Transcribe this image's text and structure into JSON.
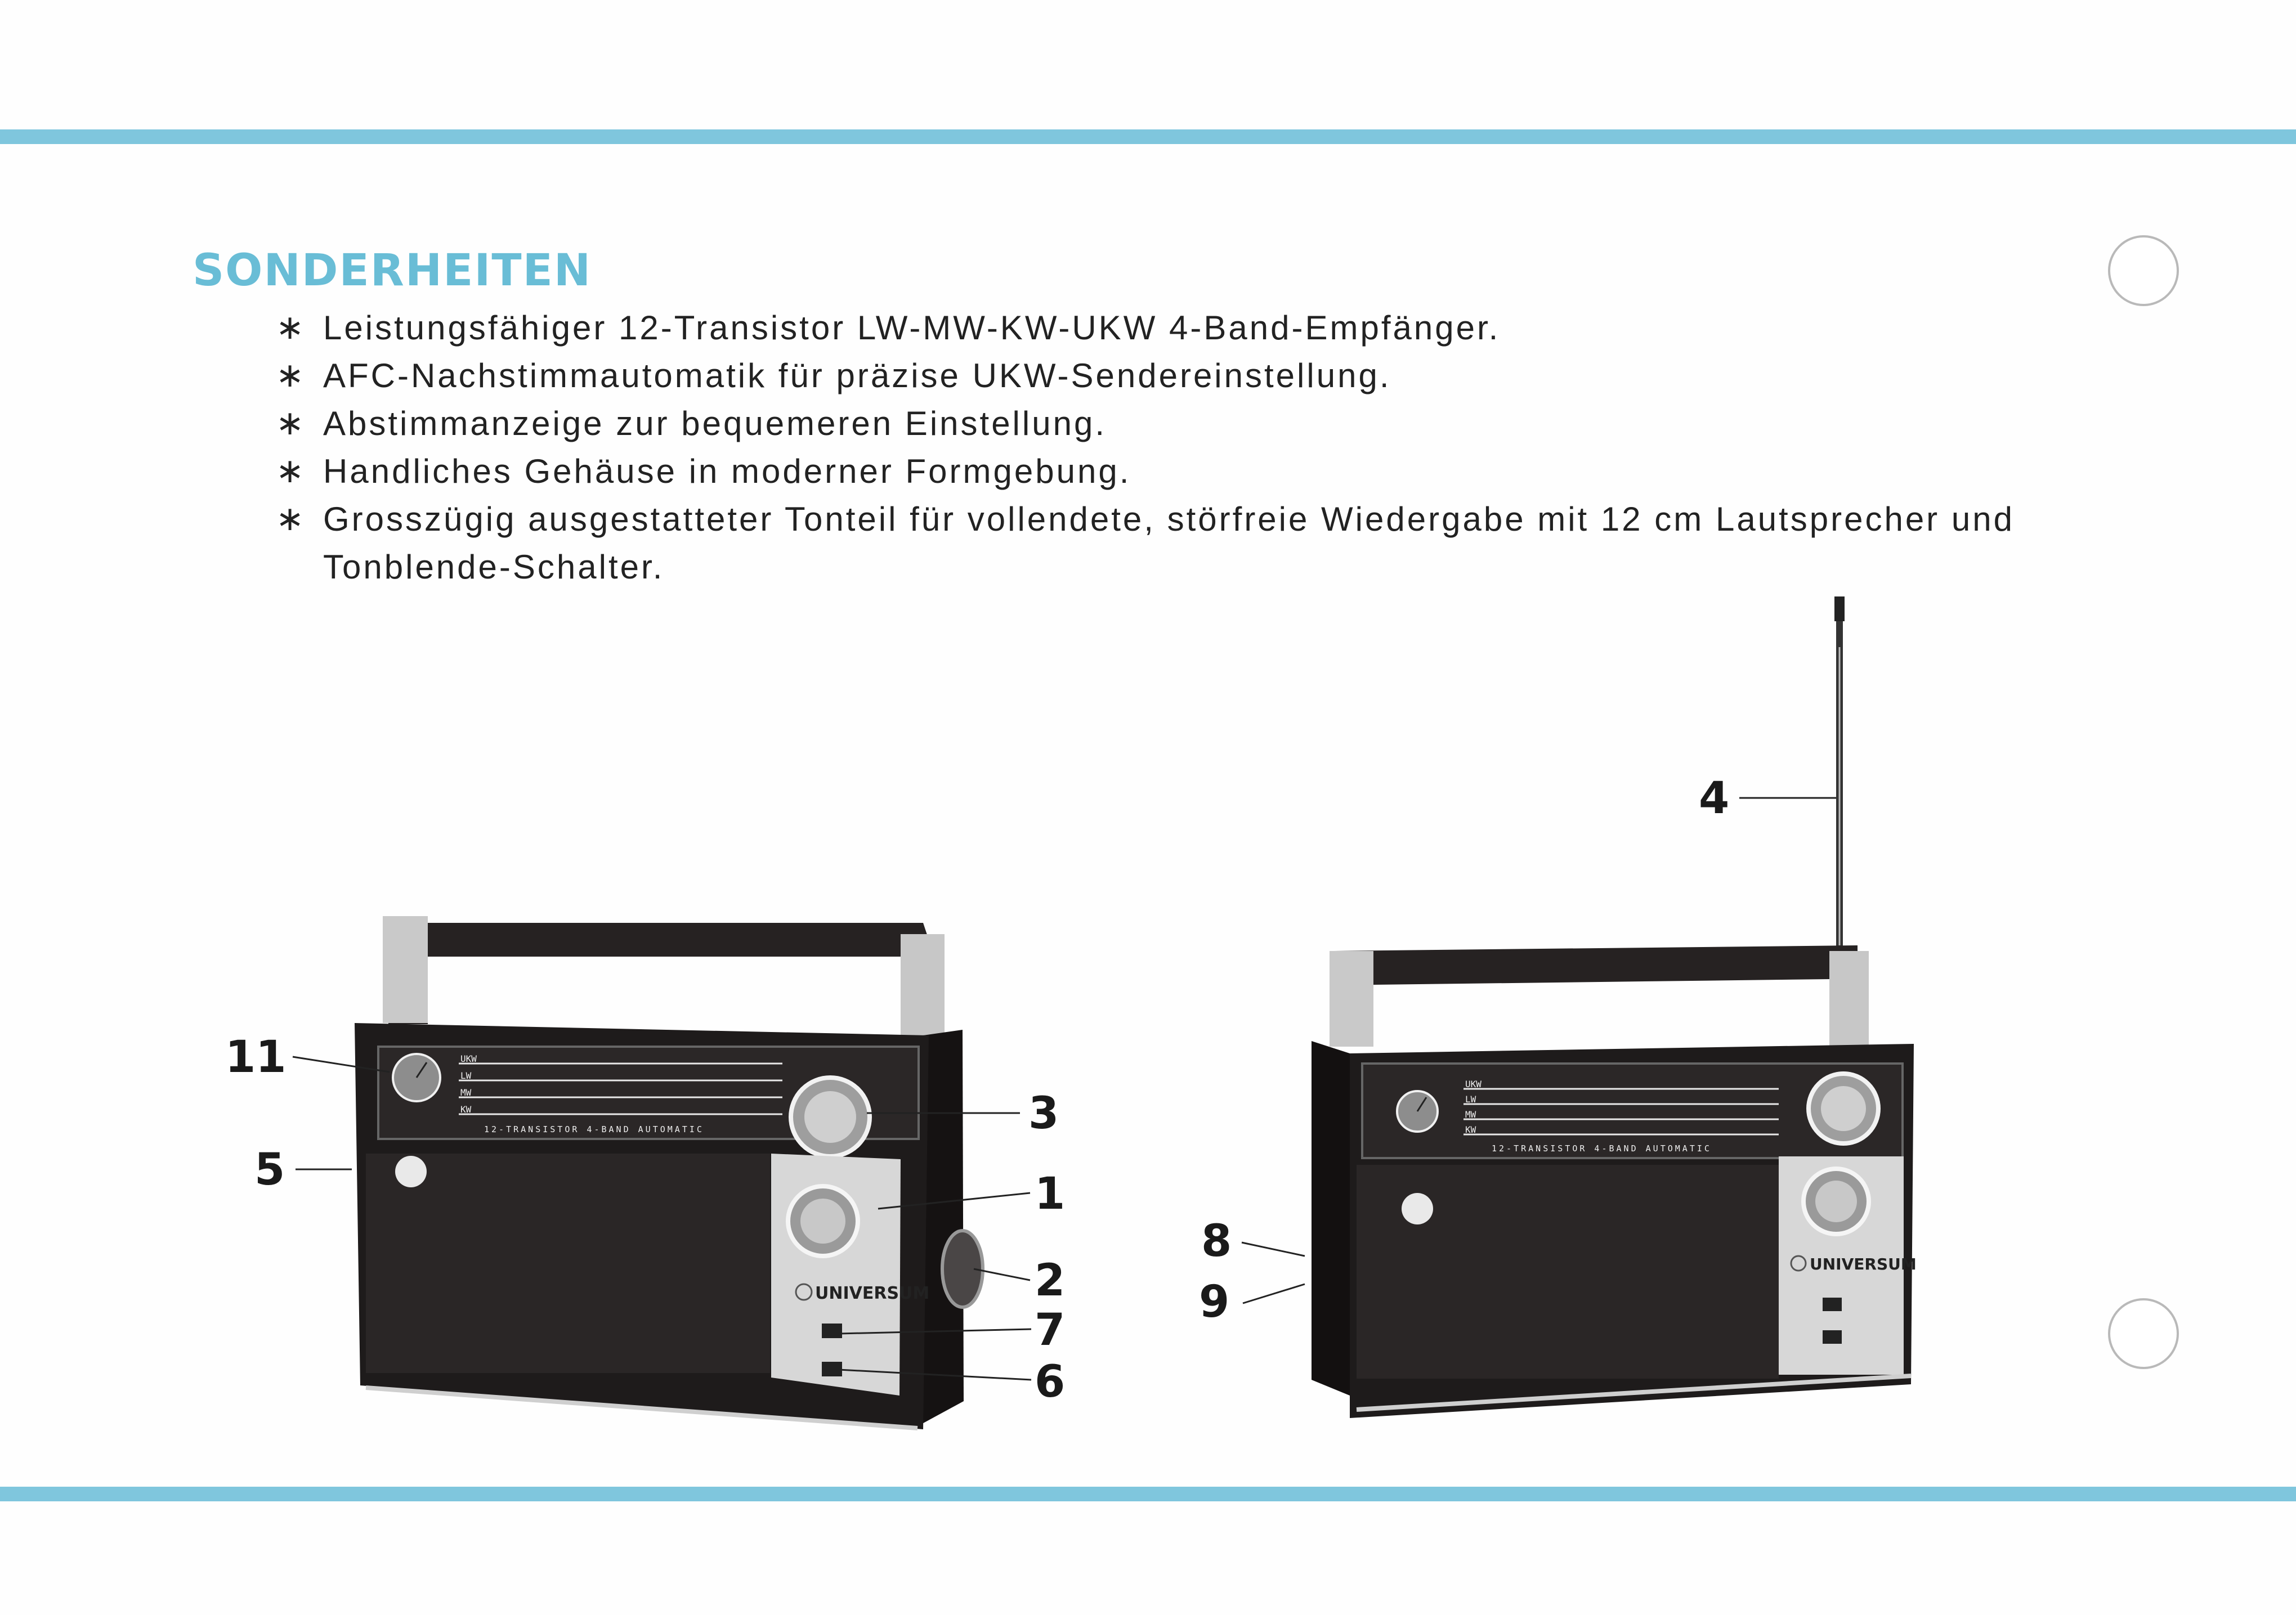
{
  "section_title": "SONDERHEITEN",
  "bullet_symbol": "∗",
  "features": [
    "Leistungsfähiger 12-Transistor LW-MW-KW-UKW 4-Band-Empfänger.",
    "AFC-Nachstimmautomatik für präzise UKW-Sendereinstellung.",
    "Abstimmanzeige zur bequemeren Einstellung.",
    "Handliches Gehäuse in moderner Formgebung.",
    "Grosszügig ausgestatteter Tonteil für vollendete, störfreie Wiedergabe mit 12 cm Lautsprecher und Tonblende-Schalter."
  ],
  "illustration": {
    "brand": "UNIVERSUM",
    "dial_caption": "12-TRANSISTOR 4-BAND AUTOMATIC",
    "band_labels": [
      "UKW",
      "LW",
      "MW",
      "KW"
    ],
    "callouts": {
      "left_radio": [
        "11",
        "5",
        "3",
        "1",
        "2",
        "7",
        "6"
      ],
      "right_radio": [
        "4",
        "8",
        "9"
      ]
    }
  },
  "colors": {
    "accent_rule": "#7fc6dd",
    "title": "#69bdd6",
    "text": "#222222",
    "cabinet": "#1e1b1b",
    "speaker_grille": "#2a2626",
    "control_panel": "#d7d7d7"
  }
}
